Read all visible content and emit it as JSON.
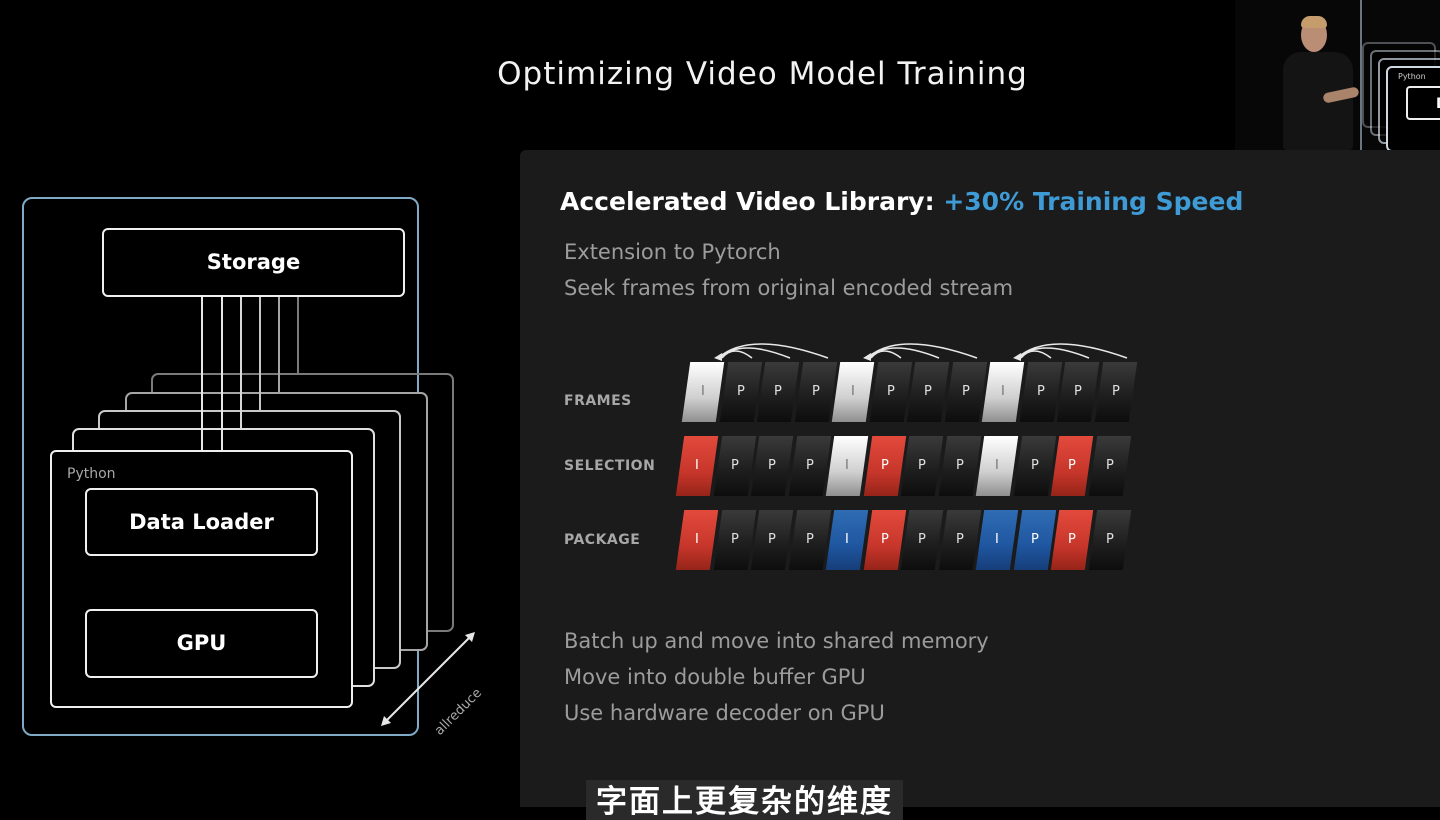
{
  "title": "Optimizing Video Model Training",
  "diagram": {
    "storage": "Storage",
    "python_label": "Python",
    "data_loader": "Data Loader",
    "gpu": "GPU",
    "allreduce": "allreduce"
  },
  "inset": {
    "python_label": "Python",
    "box_text": "D"
  },
  "slide": {
    "heading": "Accelerated Video Library:",
    "heading_accent": "+30% Training Speed",
    "accent_color": "#3f9bd6",
    "intro_lines": [
      "Extension to Pytorch",
      "Seek frames from original encoded stream"
    ],
    "rows": [
      {
        "label": "FRAMES",
        "cells": [
          {
            "t": "I",
            "c": "iframe"
          },
          {
            "t": "P",
            "c": "dark"
          },
          {
            "t": "P",
            "c": "dark"
          },
          {
            "t": "P",
            "c": "dark"
          },
          {
            "t": "I",
            "c": "iframe"
          },
          {
            "t": "P",
            "c": "dark"
          },
          {
            "t": "P",
            "c": "dark"
          },
          {
            "t": "P",
            "c": "dark"
          },
          {
            "t": "I",
            "c": "iframe"
          },
          {
            "t": "P",
            "c": "dark"
          },
          {
            "t": "P",
            "c": "dark"
          },
          {
            "t": "P",
            "c": "dark"
          }
        ]
      },
      {
        "label": "SELECTION",
        "cells": [
          {
            "t": "I",
            "c": "red"
          },
          {
            "t": "P",
            "c": "dark"
          },
          {
            "t": "P",
            "c": "dark"
          },
          {
            "t": "P",
            "c": "dark"
          },
          {
            "t": "I",
            "c": "iframe"
          },
          {
            "t": "P",
            "c": "red"
          },
          {
            "t": "P",
            "c": "dark"
          },
          {
            "t": "P",
            "c": "dark"
          },
          {
            "t": "I",
            "c": "iframe"
          },
          {
            "t": "P",
            "c": "dark"
          },
          {
            "t": "P",
            "c": "red"
          },
          {
            "t": "P",
            "c": "dark"
          }
        ]
      },
      {
        "label": "PACKAGE",
        "cells": [
          {
            "t": "I",
            "c": "red"
          },
          {
            "t": "P",
            "c": "dark"
          },
          {
            "t": "P",
            "c": "dark"
          },
          {
            "t": "P",
            "c": "dark"
          },
          {
            "t": "I",
            "c": "blue"
          },
          {
            "t": "P",
            "c": "red"
          },
          {
            "t": "P",
            "c": "dark"
          },
          {
            "t": "P",
            "c": "dark"
          },
          {
            "t": "I",
            "c": "blue"
          },
          {
            "t": "P",
            "c": "blue"
          },
          {
            "t": "P",
            "c": "red"
          },
          {
            "t": "P",
            "c": "dark"
          }
        ]
      }
    ],
    "outro_lines": [
      "Batch up and move into shared memory",
      "Move into double buffer GPU",
      "Use hardware decoder on GPU"
    ]
  },
  "subtitle": "字面上更复杂的维度"
}
